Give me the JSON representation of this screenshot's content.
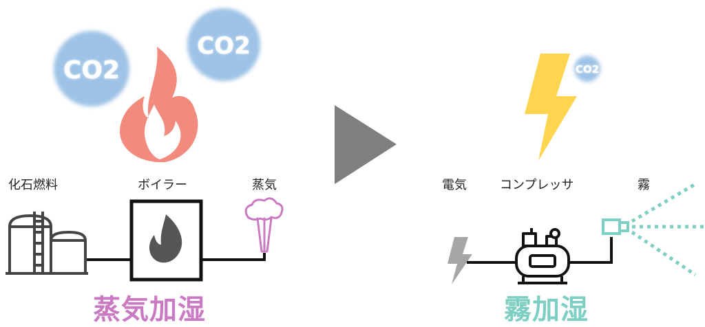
{
  "steam_side": {
    "fuel_label": "化石燃料",
    "boiler_label": "ボイラー",
    "steam_label": "蒸気",
    "title": "蒸気加湿",
    "co2_big_left": "CO2",
    "co2_big_right": "CO2"
  },
  "mist_side": {
    "electricity_label": "電気",
    "compressor_label": "コンプレッサ",
    "mist_label": "霧",
    "title": "霧加湿",
    "co2_small": "CO2"
  },
  "colors": {
    "co2_bubble": "#9ec3e6",
    "flame": "#f28b7e",
    "bolt": "#ffd54f",
    "arrow": "#7f7f7f",
    "steam_accent": "#c97ac2",
    "mist_accent": "#7dcfc4",
    "line": "#111111",
    "icon_grey": "#444444",
    "bolt_grey": "#a6a6a6"
  },
  "icons": {
    "left_flame": "flame-icon",
    "right_bolt": "lightning-bolt-icon",
    "fuel_tank": "fuel-tank-icon",
    "boiler": "boiler-icon",
    "steam": "steam-icon",
    "electricity": "electricity-bolt-icon",
    "compressor": "compressor-icon",
    "nozzle": "spray-nozzle-icon",
    "arrow": "triangle-arrow-icon"
  }
}
